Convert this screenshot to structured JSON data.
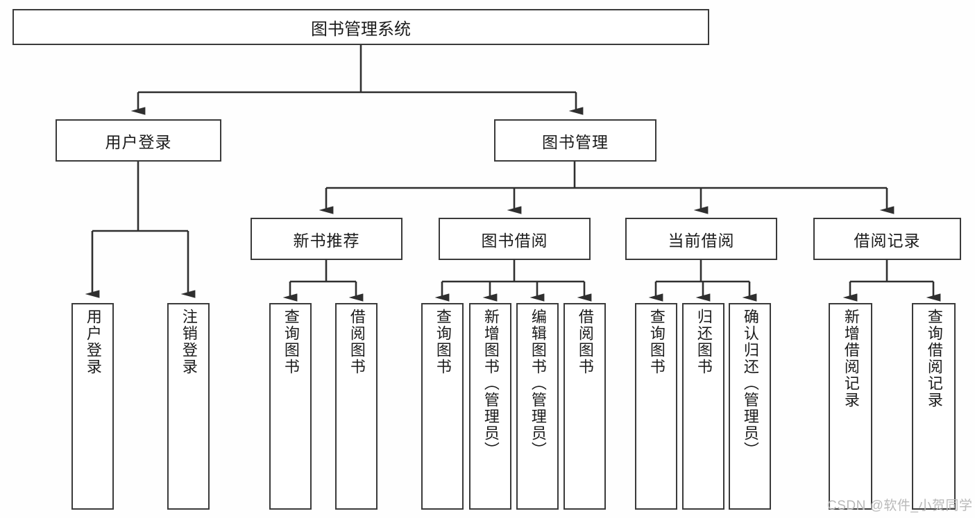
{
  "diagram": {
    "type": "tree-hierarchy",
    "title": "图书管理系统",
    "watermark": "CSDN @软件_小贺同学",
    "colors": {
      "background": "#fefefe",
      "box_fill": "#ffffff",
      "stroke": "#3a3a3a",
      "text": "#1b1b1b",
      "watermark": "#b9b9b9"
    },
    "root": {
      "label": "图书管理系统"
    },
    "level2": [
      {
        "id": "user-login",
        "label": "用户登录"
      },
      {
        "id": "book-manage",
        "label": "图书管理"
      }
    ],
    "level3": [
      {
        "id": "new-book-recommend",
        "label": "新书推荐"
      },
      {
        "id": "book-borrow",
        "label": "图书借阅"
      },
      {
        "id": "current-borrow",
        "label": "当前借阅"
      },
      {
        "id": "borrow-record",
        "label": "借阅记录"
      }
    ],
    "leaves": [
      {
        "id": "leaf-user-login",
        "label": "用户登录",
        "parent": "user-login"
      },
      {
        "id": "leaf-user-logout",
        "label": "注销登录",
        "parent": "user-login"
      },
      {
        "id": "leaf-query-book-1",
        "label": "查询图书",
        "parent": "new-book-recommend"
      },
      {
        "id": "leaf-borrow-book-1",
        "label": "借阅图书",
        "parent": "new-book-recommend"
      },
      {
        "id": "leaf-query-book-2",
        "label": "查询图书",
        "parent": "book-borrow"
      },
      {
        "id": "leaf-add-book",
        "label": "新增图书（管理员）",
        "parent": "book-borrow"
      },
      {
        "id": "leaf-edit-book",
        "label": "编辑图书（管理员）",
        "parent": "book-borrow"
      },
      {
        "id": "leaf-borrow-book-2",
        "label": "借阅图书",
        "parent": "book-borrow"
      },
      {
        "id": "leaf-query-book-3",
        "label": "查询图书",
        "parent": "current-borrow"
      },
      {
        "id": "leaf-return-book",
        "label": "归还图书",
        "parent": "current-borrow"
      },
      {
        "id": "leaf-confirm-return",
        "label": "确认归还（管理员）",
        "parent": "current-borrow"
      },
      {
        "id": "leaf-add-record",
        "label": "新增借阅记录",
        "parent": "borrow-record"
      },
      {
        "id": "leaf-query-record",
        "label": "查询借阅记录",
        "parent": "borrow-record"
      }
    ]
  }
}
